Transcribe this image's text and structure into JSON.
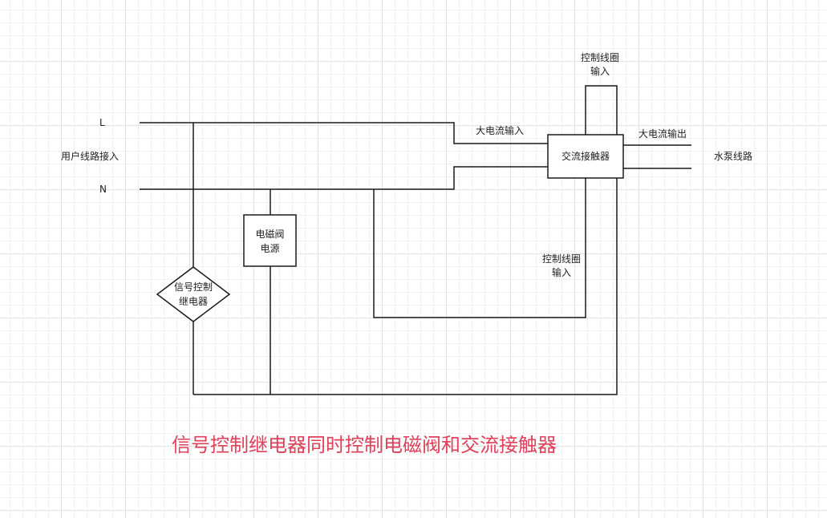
{
  "labels": {
    "live": "L",
    "neutral": "N",
    "user_input": "用户线路接入",
    "high_current_in": "大电流输入",
    "high_current_out": "大电流输出",
    "pump_line": "水泵线路",
    "coil_input_top_l1": "控制线圈",
    "coil_input_top_l2": "输入",
    "coil_input_mid_l1": "控制线圈",
    "coil_input_mid_l2": "输入"
  },
  "nodes": {
    "contactor": "交流接触器",
    "solenoid_l1": "电磁阀",
    "solenoid_l2": "电源",
    "relay_l1": "信号控制",
    "relay_l2": "继电器"
  },
  "caption": "信号控制继电器同时控制电磁阀和交流接触器",
  "colors": {
    "wire": "#1a1a1a",
    "caption": "#e0405a",
    "grid": "#e3e3e3"
  }
}
